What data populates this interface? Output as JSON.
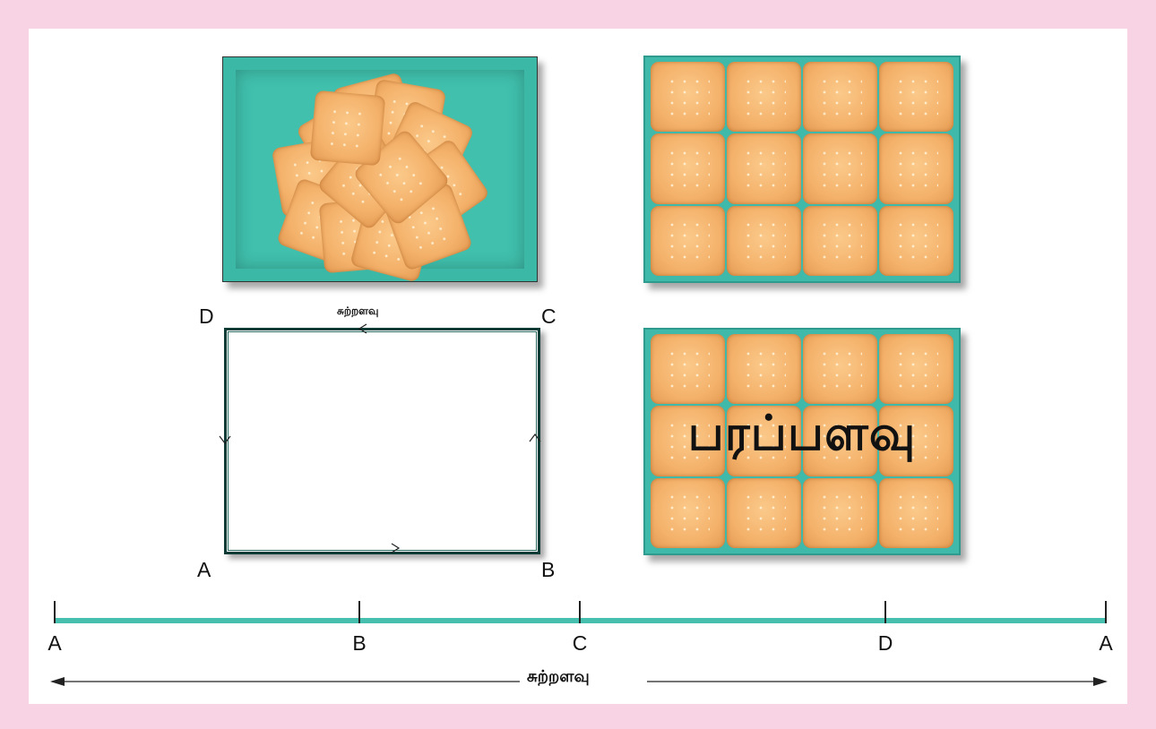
{
  "corners": {
    "top_left": "D",
    "top_right": "C",
    "bottom_left": "A",
    "bottom_right": "B"
  },
  "outline_label": "சுற்றளவு",
  "area_label": "பரப்பளவு",
  "number_line": {
    "points": [
      "A",
      "B",
      "C",
      "D",
      "A"
    ],
    "label": "சுற்றளவு"
  },
  "grid": {
    "rows": 3,
    "cols": 4
  },
  "colors": {
    "background": "#f7d3e4",
    "tray": "#3fb9aa",
    "biscuit": "#f4b26b",
    "line": "#47bfae"
  }
}
